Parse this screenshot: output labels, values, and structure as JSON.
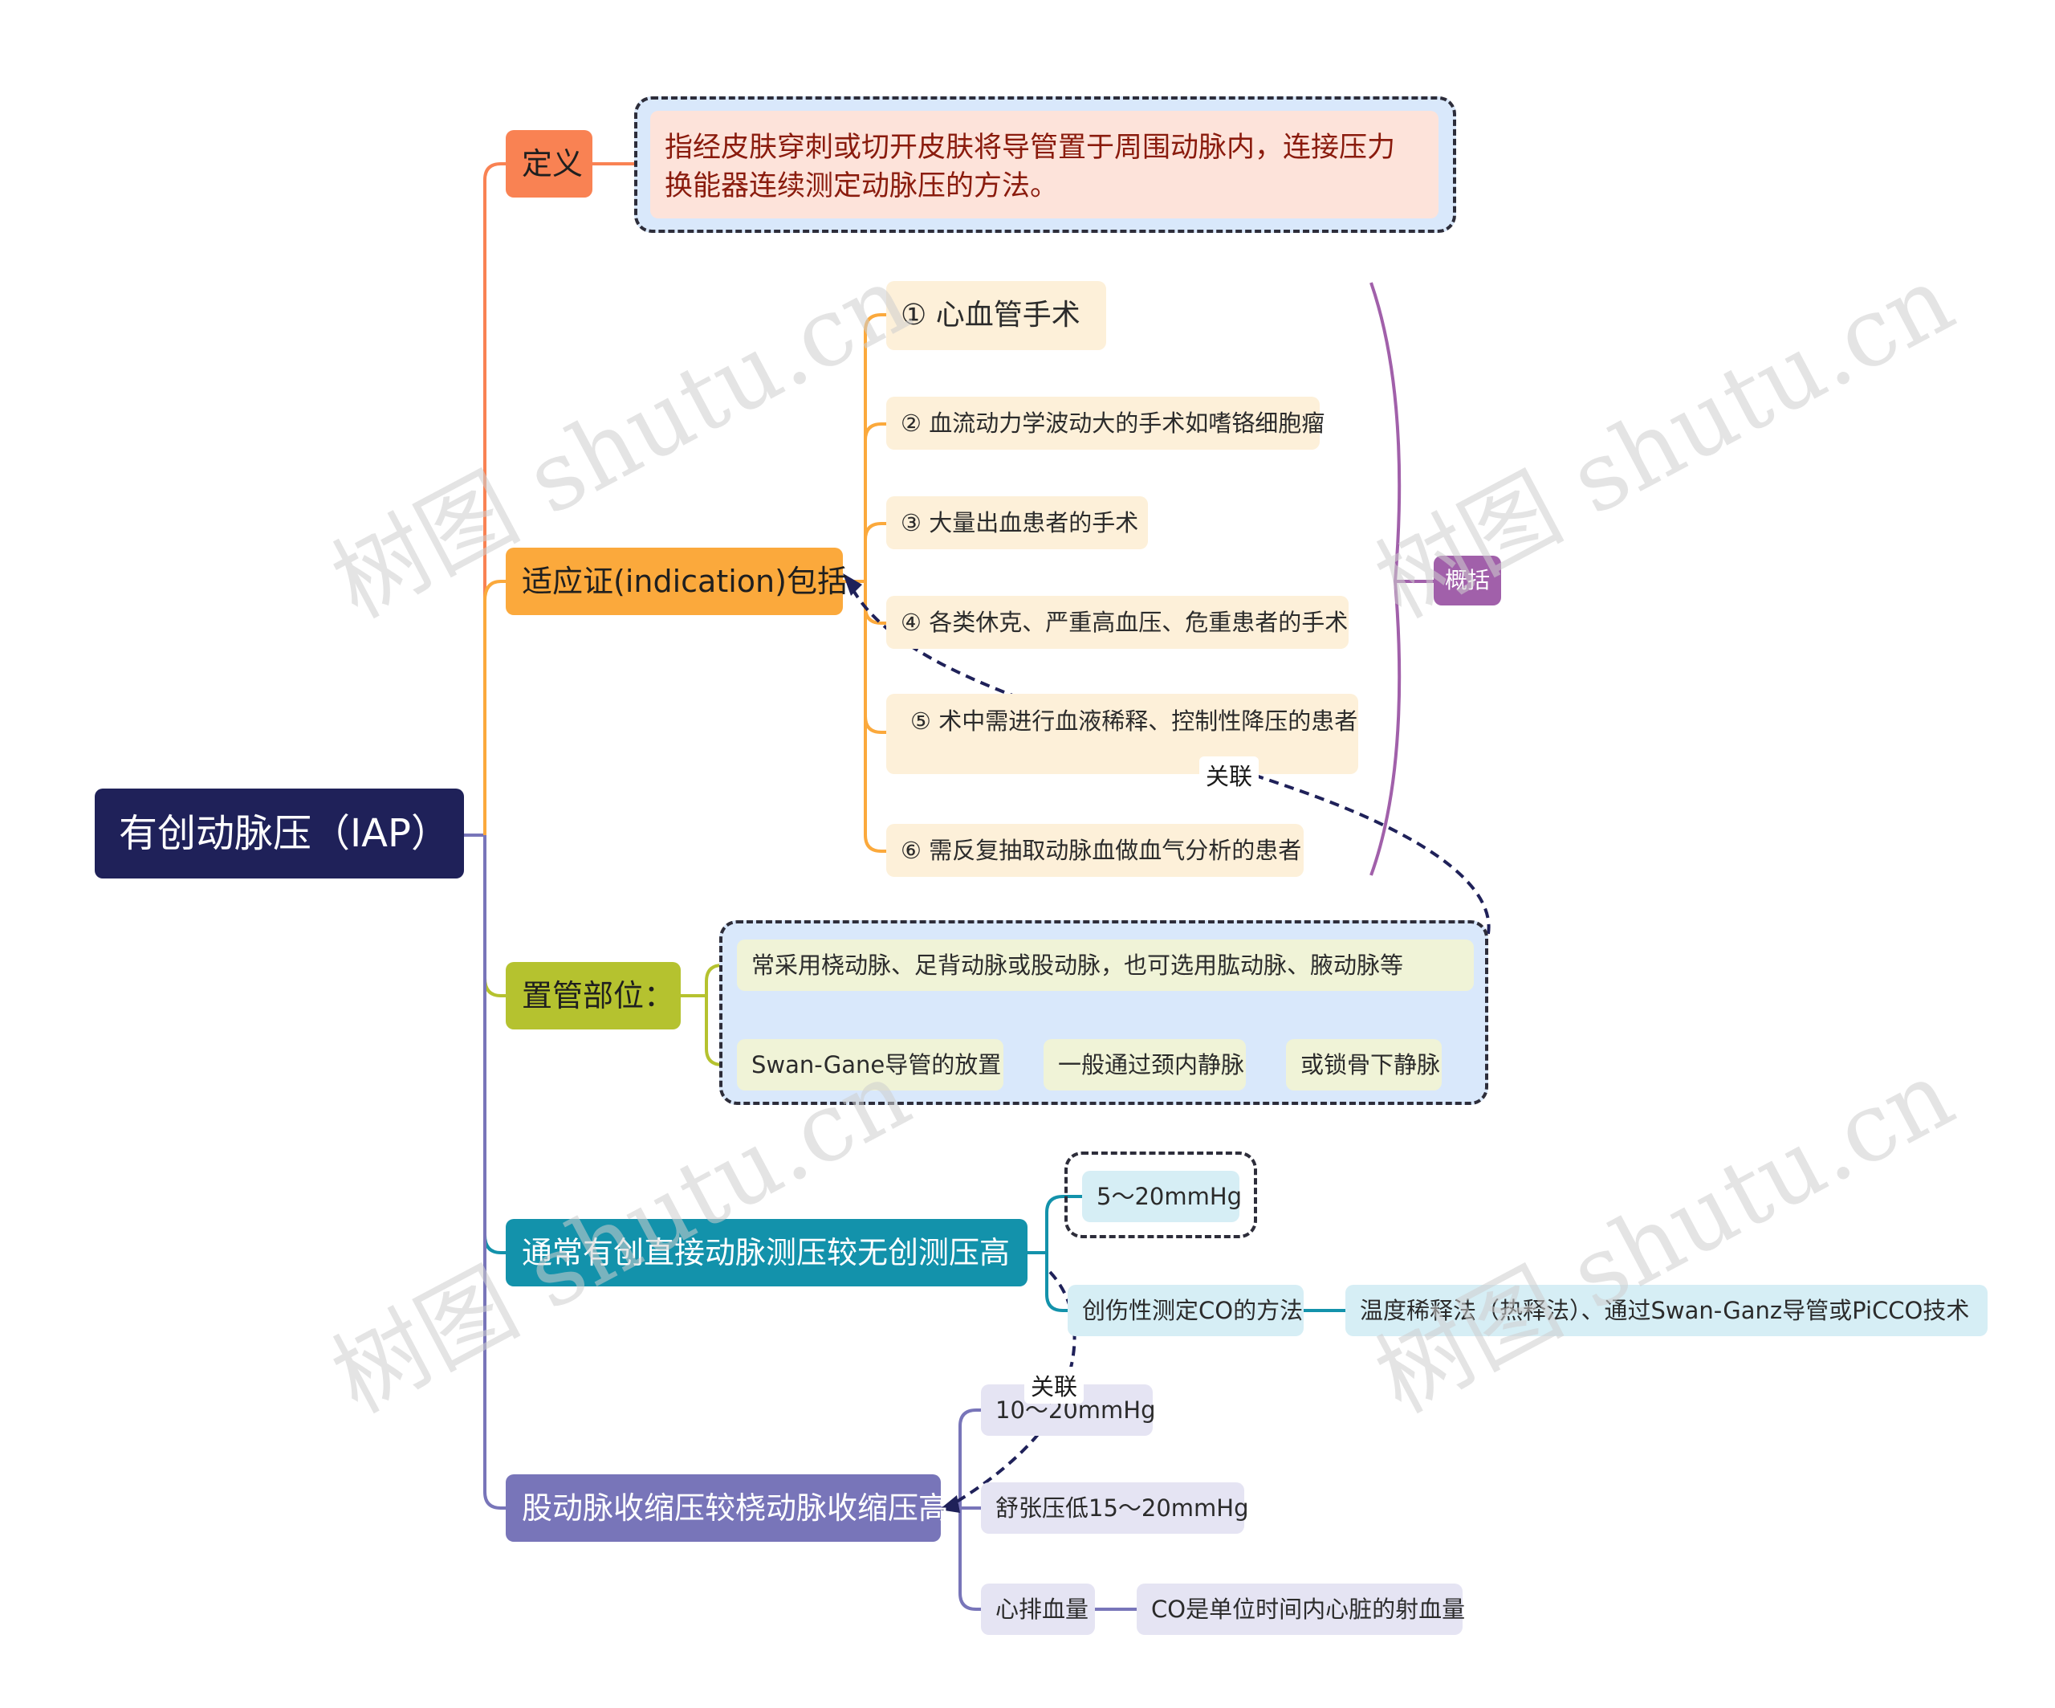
{
  "root": {
    "label": "有创动脉压（IAP）"
  },
  "definition": {
    "label": "定义",
    "text_line1": "指经皮肤穿刺或切开皮肤将导管置于周围动脉内，连接压力",
    "text_line2": "换能器连续测定动脉压的方法。"
  },
  "indication": {
    "label": "适应证(indication)包括",
    "items": [
      "① 心血管手术",
      "② 血流动力学波动大的手术如嗜铬细胞瘤",
      "③ 大量出血患者的手术",
      "④ 各类休克、严重高血压、危重患者的手术",
      "⑤ 术中需进行血液稀释、控制性降压的患者",
      "⑥ 需反复抽取动脉血做血气分析的患者"
    ],
    "summary": "概括"
  },
  "placement": {
    "label": "置管部位：",
    "item1": "常采用桡动脉、足背动脉或股动脉，也可选用肱动脉、腋动脉等",
    "item2": "Swan-Gane导管的放置",
    "item2_sub1": "一般通过颈内静脉",
    "item2_sub2": "或锁骨下静脉"
  },
  "direct": {
    "label": "通常有创直接动脉测压较无创测压高",
    "item1": "5～20mmHg",
    "item2": "创伤性测定CO的方法",
    "item2_sub": "温度稀释法（热释法）、通过Swan-Ganz导管或PiCCO技术"
  },
  "femoral": {
    "label": "股动脉收缩压较桡动脉收缩压高",
    "item1": "10～20mmHg",
    "item2": "舒张压低15～20mmHg",
    "item3": "心排血量",
    "item3_sub": "CO是单位时间内心脏的射血量"
  },
  "relations": {
    "label1": "关联",
    "label2": "关联"
  },
  "watermark": "树图 shutu.cn",
  "colors": {
    "root": "#1f2159",
    "definition": "#f98253",
    "indication": "#fba93c",
    "placement": "#b5c22f",
    "direct": "#1392ab",
    "femoral": "#7875b9",
    "summary": "#a160aa"
  }
}
